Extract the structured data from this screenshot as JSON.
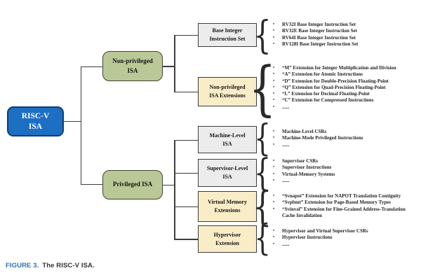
{
  "colors": {
    "root_fill": "#1d6fc3",
    "root_border": "#0f3f72",
    "level1_fill": "#b9c896",
    "gray_fill": "#ececec",
    "yellow_fill": "#f9edc8",
    "line": "#3d3d3d",
    "caption_blue": "#2a72b5"
  },
  "tree": {
    "root": {
      "label": "RISC-V\nISA"
    },
    "branches": [
      {
        "label": "Non-privileged\nISA",
        "children": [
          {
            "label": "Base Integer\nInstruction Set",
            "items": [
              "RV32I Base Integer Instruction Set",
              "RV32E Base Integer Instruction Set",
              "RV64I Base Integer Instruction Set",
              "RV128I Base Integer Instruction Set"
            ]
          },
          {
            "label": "Non-privileged\nISA Extensions",
            "items": [
              "“M”  Extension for Integer Multiplication and Division",
              "“A”  Extension for Atomic Instructions",
              "“D”  Extension for Double-Precision Floating-Point",
              "“Q”  Extension for Quad-Precision Floating-Point",
              "“L”  Extension for Decimal Floating-Point",
              "“C”  Extension for Compressed Instructions",
              "......"
            ]
          }
        ]
      },
      {
        "label": "Privileged ISA",
        "children": [
          {
            "label": "Machine-Level\nISA",
            "items": [
              "Machine-Level CSRs",
              "Machine-Mode Privileged Instructions",
              "......"
            ]
          },
          {
            "label": "Supervisor-Level\nISA",
            "items": [
              "Supervisor CSRs",
              "Supervisor Instructions",
              "Virtual-Memory Systems",
              "......"
            ]
          },
          {
            "label": "Virtual Memory\nExtensions",
            "items": [
              "“Svnapot”  Extension for NAPOT Translation Contiguity",
              "“Svpbmt”  Extension for Page-Based Memory Types",
              "“Svinval”  Extension for Fine-Grained Address-Translation Cache Invalidation"
            ]
          },
          {
            "label": "Hypervisor\nExtension",
            "items": [
              "Hypervisor and Virtual Supervisor CSRs",
              "Hypervisor Instructions",
              "......"
            ]
          }
        ]
      }
    ]
  },
  "caption": {
    "label": "FIGURE 3.",
    "text": "The RISC-V ISA."
  },
  "glyphs": {
    "bullet": "•",
    "brace": "{"
  }
}
